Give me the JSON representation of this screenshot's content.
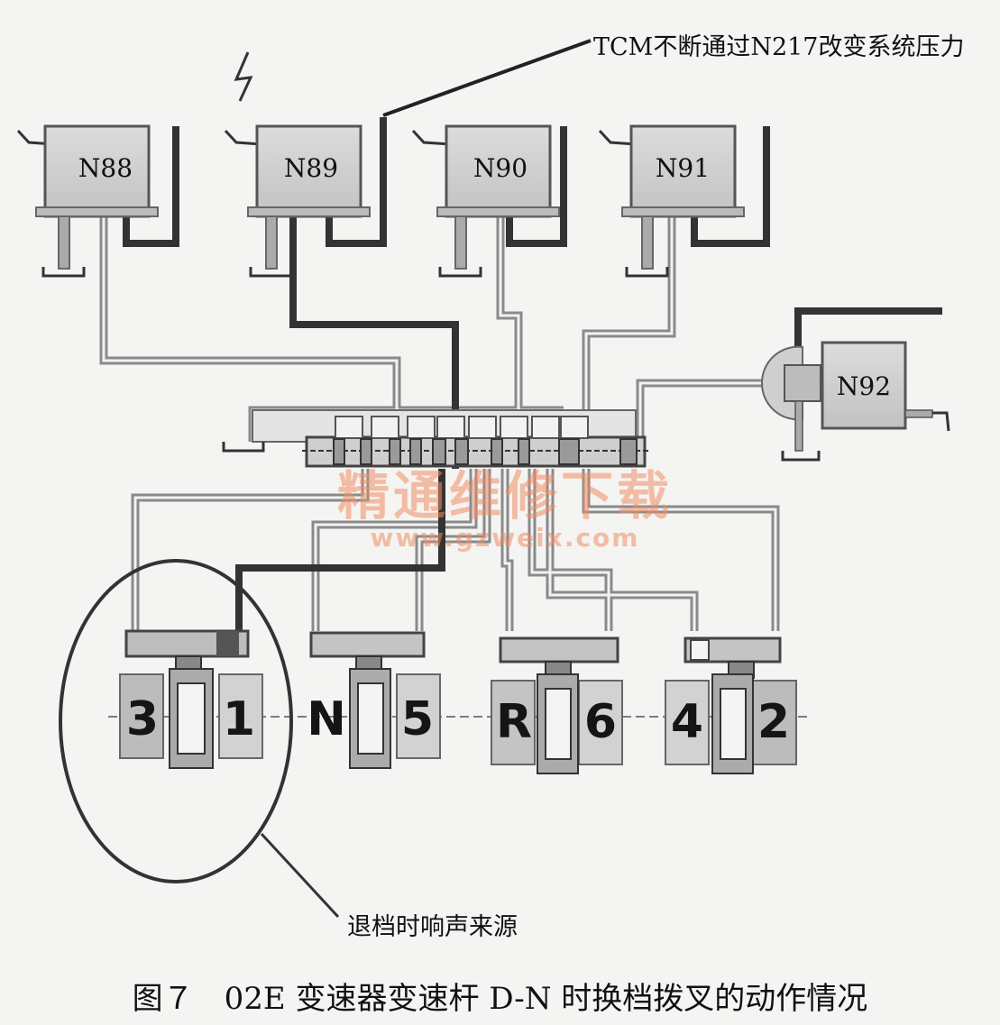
{
  "annotations": {
    "top": "TCM不断通过N217改变系统压力",
    "bottom": "退档时响声来源"
  },
  "solenoids": {
    "n88": "N88",
    "n89": "N89",
    "n90": "N90",
    "n91": "N91",
    "n92": "N92"
  },
  "gears": {
    "g3": "3",
    "g1": "1",
    "gN": "N",
    "g5": "5",
    "gR": "R",
    "g6": "6",
    "g4": "4",
    "g2": "2"
  },
  "watermark": {
    "text": "精通维修下载",
    "url": "www.gzweix.com"
  },
  "caption": "图７　02E 变速器变速杆 D-N 时换档拨叉的动作情况"
}
